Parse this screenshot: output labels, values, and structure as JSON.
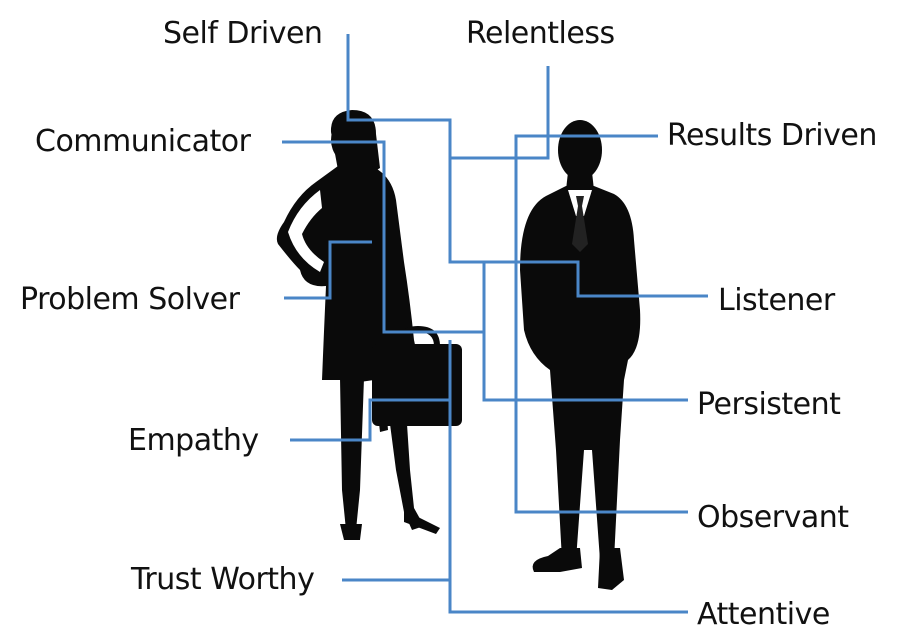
{
  "labels": {
    "self_driven": "Self Driven",
    "relentless": "Relentless",
    "communicator": "Communicator",
    "results_driven": "Results Driven",
    "problem_solver": "Problem Solver",
    "listener": "Listener",
    "persistent": "Persistent",
    "empathy": "Empathy",
    "observant": "Observant",
    "trust_worthy": "Trust Worthy",
    "attentive": "Attentive"
  },
  "colors": {
    "connector": "#4a86c7",
    "silhouette": "#0a0a0a",
    "text": "#111111",
    "background": "#ffffff"
  }
}
